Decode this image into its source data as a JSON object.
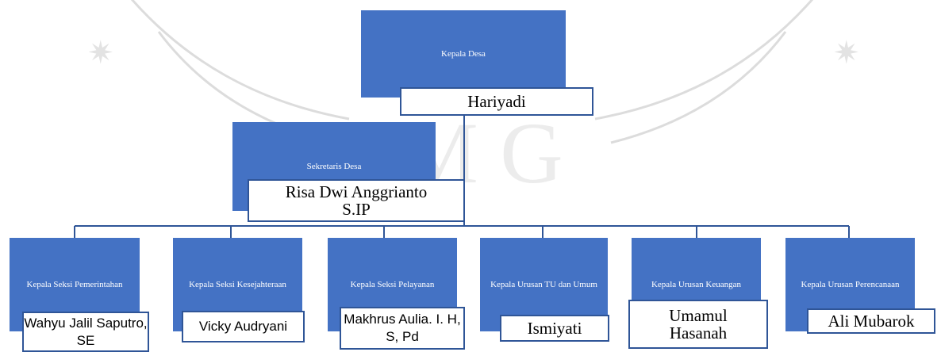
{
  "chart": {
    "top": {
      "role": "Kepala Desa",
      "name": "Hariyadi"
    },
    "secretary": {
      "role": "Sekretaris Desa",
      "name_line1": "Risa Dwi Anggrianto",
      "name_line2": "S.IP"
    },
    "members": [
      {
        "role": "Kepala Seksi Pemerintahan",
        "name": "Wahyu Jalil Saputro, SE"
      },
      {
        "role": "Kepala Seksi Kesejahteraan",
        "name": "Vicky Audryani"
      },
      {
        "role": "Kepala Seksi Pelayanan",
        "name": "Makhrus Aulia. I. H, S, Pd"
      },
      {
        "role": "Kepala Urusan TU dan Umum",
        "name": "Ismiyati"
      },
      {
        "role": "Kepala Urusan Keuangan",
        "name": "Umamul Hasanah"
      },
      {
        "role": "Kepala Urusan Perencanaan",
        "name": "Ali Mubarok"
      }
    ]
  },
  "colors": {
    "box": "#4472c4",
    "border": "#2f5597"
  }
}
